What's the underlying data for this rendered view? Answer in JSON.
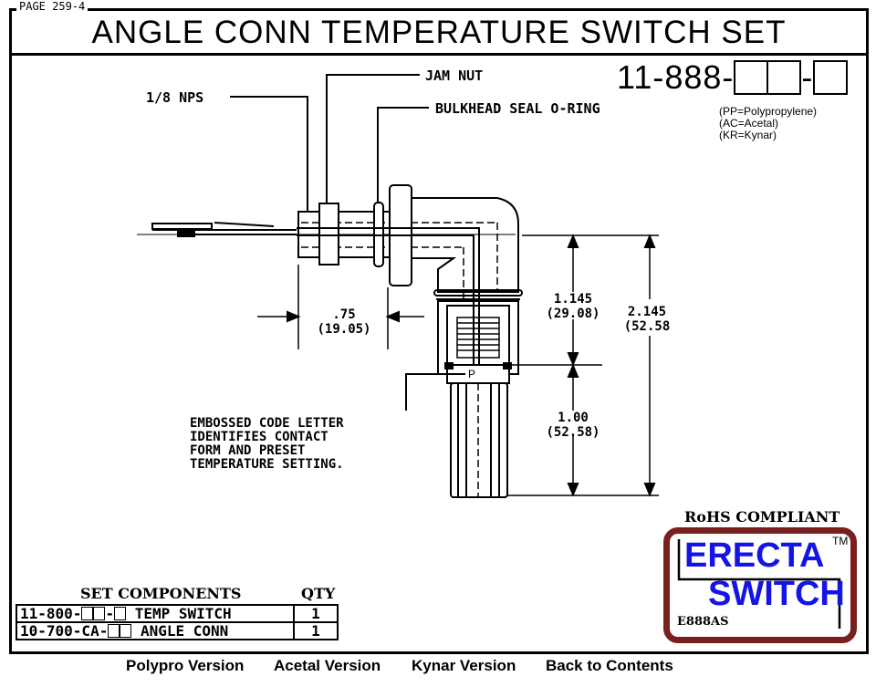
{
  "page_label": "PAGE 259-4",
  "title": "ANGLE CONN TEMPERATURE SWITCH SET",
  "part_number": {
    "prefix": "11-888-",
    "separator": "-"
  },
  "material_legend": [
    "(PP=Polypropylene)",
    "(AC=Acetal)",
    "(KR=Kynar)"
  ],
  "callouts": {
    "nps": "1/8 NPS",
    "jam_nut": "JAM NUT",
    "oring": "BULKHEAD SEAL O-RING",
    "code_letter": "P"
  },
  "note": [
    "EMBOSSED CODE LETTER",
    "IDENTIFIES CONTACT",
    "FORM AND PRESET",
    "TEMPERATURE SETTING."
  ],
  "dimensions": {
    "width": [
      ".75",
      "(19.05)"
    ],
    "upper": [
      "1.145",
      "(29.08)"
    ],
    "total": [
      "2.145",
      "(52.58"
    ],
    "lower": [
      "1.00",
      "(52.58)"
    ]
  },
  "rohs": "RoHS COMPLIANT",
  "logo": {
    "line1": "ERECTA",
    "line2": "SWITCH",
    "tm": "TM",
    "code": "E888AS"
  },
  "components": {
    "header": "SET COMPONENTS",
    "qty_header": "QTY",
    "rows": [
      {
        "pre": "11-800-",
        "mid": "-",
        "post": " TEMP SWITCH",
        "qty": "1"
      },
      {
        "pre": "10-700-CA-",
        "mid": "",
        "post": " ANGLE CONN",
        "qty": "1"
      }
    ]
  },
  "footer_links": [
    "Polypro Version",
    "Acetal Version",
    "Kynar Version",
    "Back to Contents"
  ]
}
